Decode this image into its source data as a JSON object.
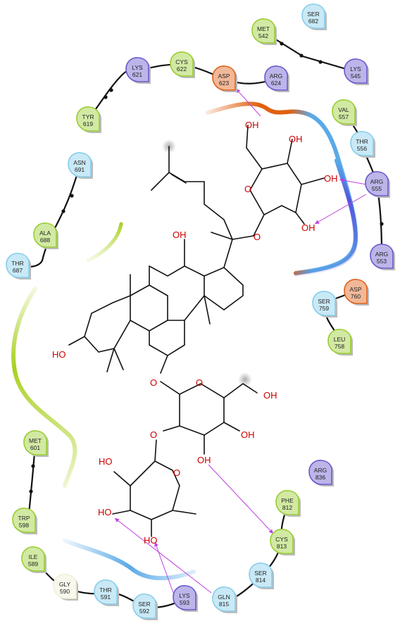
{
  "residues": [
    {
      "id": "met542",
      "name": "MET",
      "num": "542",
      "type": "hydrophobic"
    },
    {
      "id": "ser682",
      "name": "SER",
      "num": "682",
      "type": "polar"
    },
    {
      "id": "lys545",
      "name": "LYS",
      "num": "545",
      "type": "positive"
    },
    {
      "id": "lys621",
      "name": "LYS",
      "num": "621",
      "type": "positive"
    },
    {
      "id": "cys622",
      "name": "CYS",
      "num": "622",
      "type": "hydrophobic"
    },
    {
      "id": "asp623",
      "name": "ASP",
      "num": "623",
      "type": "negative"
    },
    {
      "id": "arg624",
      "name": "ARG",
      "num": "624",
      "type": "positive"
    },
    {
      "id": "tyr619",
      "name": "TYR",
      "num": "619",
      "type": "hydrophobic"
    },
    {
      "id": "val557",
      "name": "VAL",
      "num": "557",
      "type": "hydrophobic"
    },
    {
      "id": "thr556",
      "name": "THR",
      "num": "556",
      "type": "polar"
    },
    {
      "id": "arg555",
      "name": "ARG",
      "num": "555",
      "type": "positive"
    },
    {
      "id": "arg553",
      "name": "ARG",
      "num": "553",
      "type": "positive"
    },
    {
      "id": "asn691",
      "name": "ASN",
      "num": "691",
      "type": "polar"
    },
    {
      "id": "ala688",
      "name": "ALA",
      "num": "688",
      "type": "hydrophobic"
    },
    {
      "id": "thr687",
      "name": "THR",
      "num": "687",
      "type": "polar"
    },
    {
      "id": "asp760",
      "name": "ASP",
      "num": "760",
      "type": "negative"
    },
    {
      "id": "ser759",
      "name": "SER",
      "num": "759",
      "type": "polar"
    },
    {
      "id": "leu758",
      "name": "LEU",
      "num": "758",
      "type": "hydrophobic"
    },
    {
      "id": "met601",
      "name": "MET",
      "num": "601",
      "type": "hydrophobic"
    },
    {
      "id": "arg836",
      "name": "ARG",
      "num": "836",
      "type": "positive"
    },
    {
      "id": "phe812",
      "name": "PHE",
      "num": "812",
      "type": "hydrophobic"
    },
    {
      "id": "cys813",
      "name": "CYS",
      "num": "813",
      "type": "hydrophobic"
    },
    {
      "id": "trp598",
      "name": "TRP",
      "num": "598",
      "type": "hydrophobic"
    },
    {
      "id": "ile589",
      "name": "ILE",
      "num": "589",
      "type": "hydrophobic"
    },
    {
      "id": "gly590",
      "name": "GLY",
      "num": "590",
      "type": "glycine"
    },
    {
      "id": "thr591",
      "name": "THR",
      "num": "591",
      "type": "polar"
    },
    {
      "id": "ser592",
      "name": "SER",
      "num": "592",
      "type": "polar"
    },
    {
      "id": "lys593",
      "name": "LYS",
      "num": "593",
      "type": "positive"
    },
    {
      "id": "ser814",
      "name": "SER",
      "num": "814",
      "type": "polar"
    },
    {
      "id": "gln815",
      "name": "GLN",
      "num": "815",
      "type": "polar"
    }
  ],
  "ligand_labels": {
    "oh1": "OH",
    "oh2": "OH",
    "oh3": "OH",
    "oh4": "OH",
    "o_ring_top": "O",
    "o_link_top": "O",
    "oh_c12": "OH",
    "ho_c3": "HO",
    "o_link_mid": "O",
    "o_ring_mid": "O",
    "oh_ch2_mid": "OH",
    "oh_mid_c4": "OH",
    "oh_mid_c3": "OH",
    "o_link_bot": "O",
    "ho_bot1": "HO",
    "o_ring_bot": "O",
    "ho_bot2": "HO",
    "ho_bot3": "HO"
  },
  "colors": {
    "hydrophobic": "#9acd32",
    "polar": "#87ceeb",
    "positive": "#6a5acd",
    "negative": "#e0621a",
    "glycine": "#f0f0d8",
    "hbond": "#c040e0",
    "exposure_orange": "#e06010",
    "exposure_blue": "#5aaae8",
    "exposure_purple": "#5555dd",
    "exposure_green": "#a8d020",
    "atom_text": "#cc0000"
  }
}
